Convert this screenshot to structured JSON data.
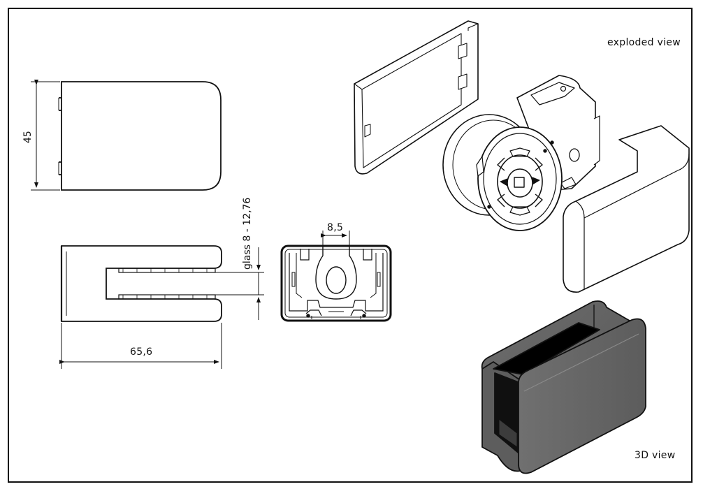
{
  "labels": {
    "exploded_view": "exploded view",
    "view_3d": "3D view"
  },
  "dimensions": {
    "height": "45",
    "length": "65,6",
    "slot": "8,5",
    "glass": "glass  8 - 12,76"
  }
}
